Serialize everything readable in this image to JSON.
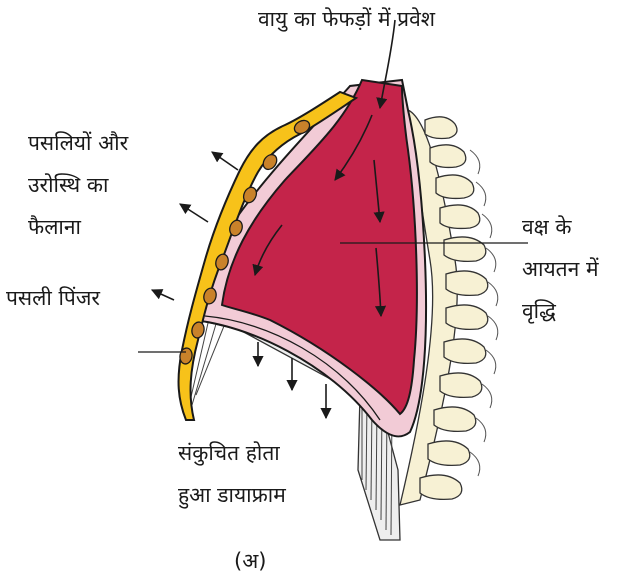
{
  "labels": {
    "air_entry": "वायु का फेफड़ों में प्रवेश",
    "ribs_line1": "पसलियों और",
    "ribs_line2": "उरोस्थि का",
    "ribs_line3": "फैलाना",
    "rib_cage": "पसली पिंजर",
    "volume_line1": "वक्ष के",
    "volume_line2": "आयतन में",
    "volume_line3": "वृद्धि",
    "diaphragm_line1": "संकुचित होता",
    "diaphragm_line2": "हुआ डायाफ्राम",
    "caption": "(अ)"
  },
  "colors": {
    "lung": "#c4244a",
    "pleura": "#f2cbd6",
    "rib_cage": "#f7c21a",
    "rib_bones": "#c9822a",
    "vertebrae": "#f7f1d4",
    "diaphragm_muscle": "#eeeeee",
    "outline": "#1a1a1a"
  },
  "icons": [
    "arrow-icon"
  ]
}
